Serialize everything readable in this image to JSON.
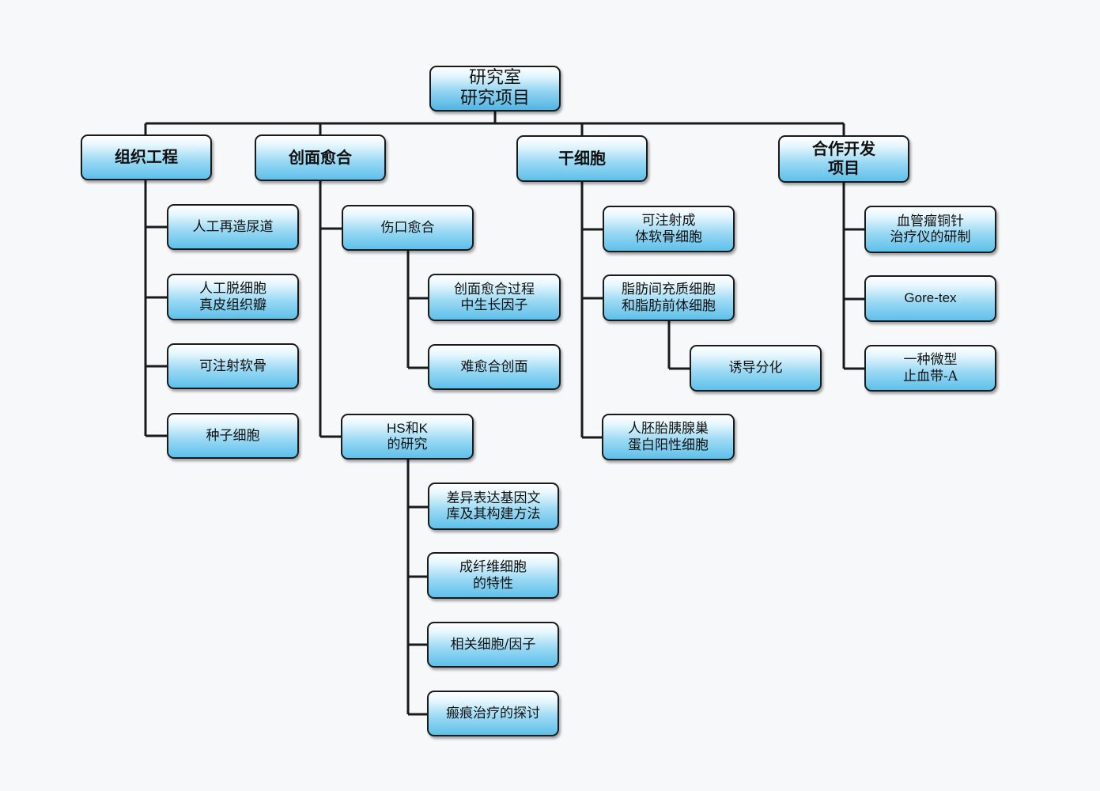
{
  "root": {
    "label": "研究室\n研究项目"
  },
  "categories": [
    {
      "label": "组织工程"
    },
    {
      "label": "创面愈合"
    },
    {
      "label": "干细胞"
    },
    {
      "label": "合作开发\n项目"
    }
  ],
  "tissue_engineering": [
    {
      "label": "人工再造尿道"
    },
    {
      "label": "人工脱细胞\n真皮组织瓣"
    },
    {
      "label": "可注射软骨"
    },
    {
      "label": "种子细胞"
    }
  ],
  "wound_healing": {
    "wound": {
      "label": "伤口愈合"
    },
    "wound_children": [
      {
        "label": "创面愈合过程\n中生长因子"
      },
      {
        "label": "难愈合创面"
      }
    ],
    "hsk": {
      "label": "HS和K\n的研究"
    },
    "hsk_children": [
      {
        "label": "差异表达基因文\n库及其构建方法"
      },
      {
        "label": "成纤维细胞\n的特性"
      },
      {
        "label": "相关细胞/因子"
      },
      {
        "label": "瘢痕治疗的探讨"
      }
    ]
  },
  "stem_cells": [
    {
      "label": "可注射成\n体软骨细胞"
    },
    {
      "label": "脂肪间充质细胞\n和脂肪前体细胞"
    },
    {
      "label": "人胚胎胰腺巢\n蛋白阳性细胞"
    }
  ],
  "stem_cells_sub": [
    {
      "label": "诱导分化"
    }
  ],
  "cooperation": [
    {
      "label": "血管瘤铜针\n治疗仪的研制"
    },
    {
      "label": "Gore-tex"
    },
    {
      "label": "一种微型\n止血带-A"
    }
  ]
}
